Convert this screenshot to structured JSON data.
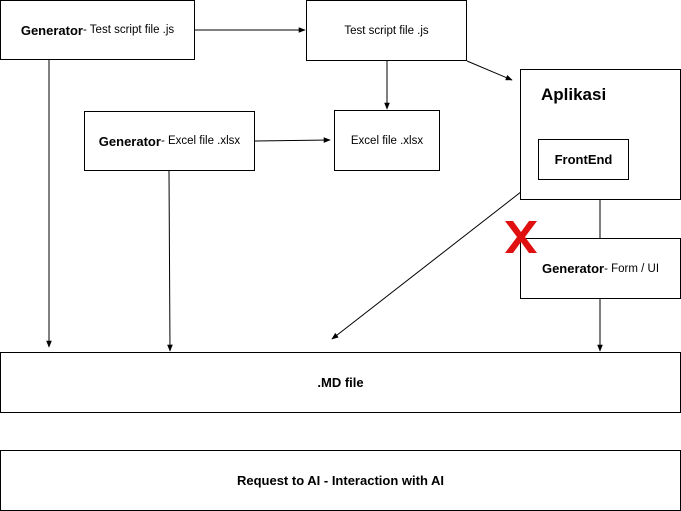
{
  "nodes": {
    "gen_test": {
      "bold": "Generator",
      "rest": " - Test script file .js"
    },
    "test_file": {
      "label": "Test script file .js"
    },
    "gen_excel": {
      "bold": "Generator",
      "rest": " - Excel file .xlsx"
    },
    "excel_file": {
      "label": "Excel file .xlsx"
    },
    "aplikasi": {
      "title": "Aplikasi"
    },
    "frontend": {
      "label": "FrontEnd"
    },
    "gen_form": {
      "bold": "Generator",
      "rest": " - Form / UI"
    },
    "md_file": {
      "label": ".MD file"
    },
    "request_ai": {
      "label": "Request to AI - Interaction with AI"
    }
  },
  "marker": {
    "name": "red-x-icon",
    "color": "#e01010"
  }
}
